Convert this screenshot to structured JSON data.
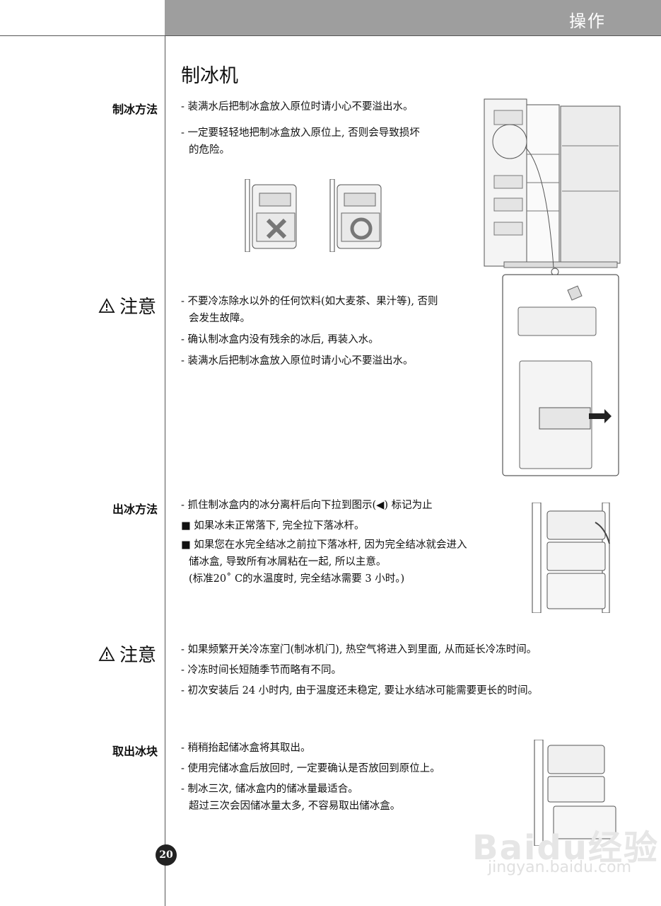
{
  "header": {
    "section": "操作"
  },
  "page_title": "制冰机",
  "sections": {
    "ice_making": {
      "label": "制冰方法",
      "lines": [
        "- 装满水后把制冰盒放入原位时请小心不要溢出水。",
        "- 一定要轻轻地把制冰盒放入原位上, 否则会导致损坏",
        "的危险。"
      ]
    },
    "caution1": {
      "label": "注意",
      "lines": [
        "- 不要冷冻除水以外的任何饮料(如大麦茶、果汁等), 否则",
        "会发生故障。",
        "- 确认制冰盒内没有残余的冰后, 再装入水。",
        "- 装满水后把制冰盒放入原位时请小心不要溢出水。"
      ]
    },
    "ice_out": {
      "label": "出冰方法",
      "lines": [
        "-  抓住制冰盒内的冰分离杆后向下拉到图示(◀) 标记为止",
        "■ 如果冰未正常落下, 完全拉下落冰杆。",
        "■ 如果您在水完全结冰之前拉下落冰杆, 因为完全结冰就会进入",
        "储冰盒, 导致所有冰屑粘在一起, 所以主意。",
        "(标准20˚ C的水温度时, 完全结冰需要 3 小时。)"
      ]
    },
    "caution2": {
      "label": "注意",
      "lines": [
        "- 如果频繁开关冷冻室门(制冰机门), 热空气将进入到里面, 从而延长冷冻时间。",
        "- 冷冻时间长短随季节而略有不同。",
        "- 初次安装后 24 小时内, 由于温度还未稳定, 要让水结冰可能需要更长的时间。"
      ]
    },
    "remove_ice": {
      "label": "取出冰块",
      "lines": [
        "- 稍稍抬起储冰盒将其取出。",
        "- 使用完储冰盒后放回时, 一定要确认是否放回到原位上。",
        "- 制冰三次, 储冰盒内的储冰量最适合。",
        "超过三次会因储冰量太多, 不容易取出储冰盒。"
      ]
    }
  },
  "page_number": "20",
  "watermark": {
    "logo": "Baidu经验",
    "url": "jingyan.baidu.com"
  },
  "icons": [
    "warning-triangle-icon"
  ]
}
